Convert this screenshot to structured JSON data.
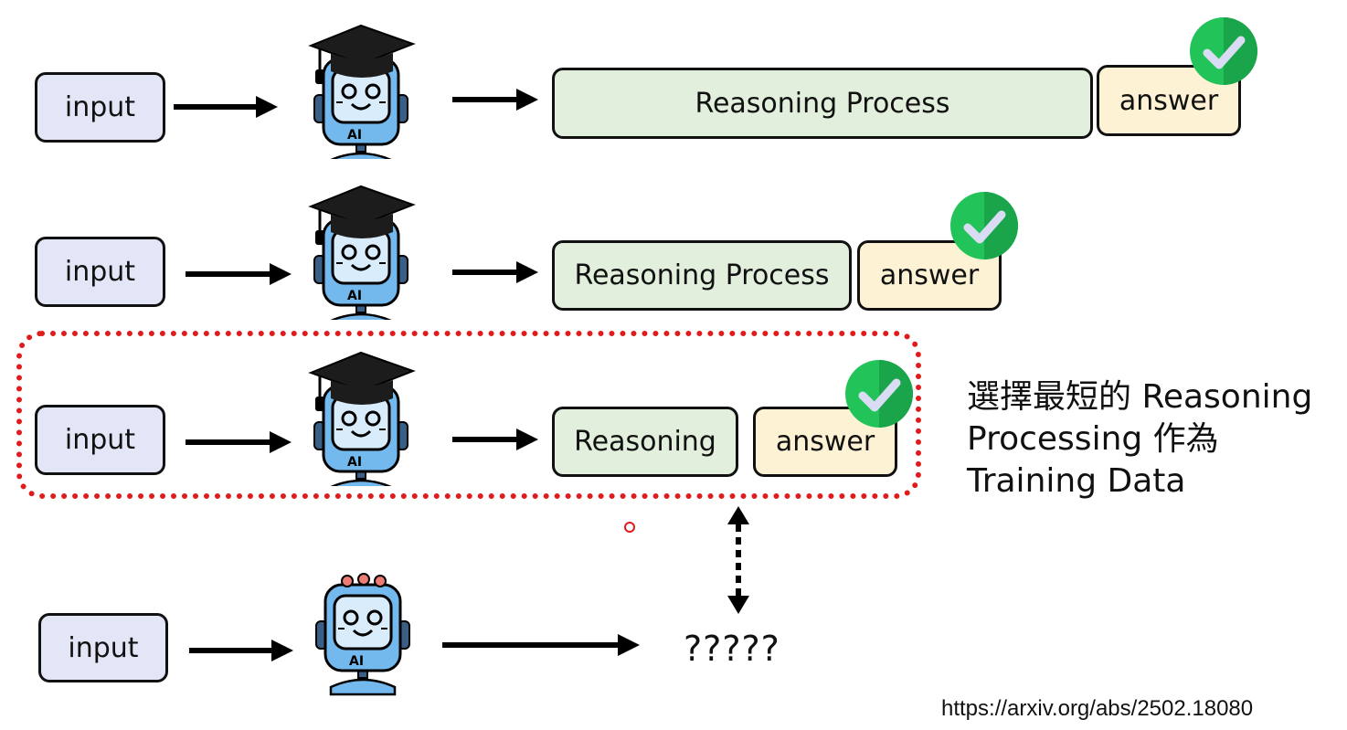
{
  "rows": [
    {
      "input": "input",
      "reasoning": "Reasoning Process",
      "answer": "answer"
    },
    {
      "input": "input",
      "reasoning": "Reasoning Process",
      "answer": "answer"
    },
    {
      "input": "input",
      "reasoning": "Reasoning",
      "answer": "answer"
    },
    {
      "input": "input",
      "output": "?????"
    }
  ],
  "note": "選擇最短的 Reasoning Processing 作為 Training Data",
  "citation": "https://arxiv.org/abs/2502.18080",
  "robot_label": "AI",
  "colors": {
    "input_fill": "#e3e6f6",
    "reasoning_fill": "#e2efdc",
    "answer_fill": "#fdf2d3",
    "highlight_border": "#e01b1b",
    "check_green": "#22c45a",
    "robot_blue": "#74b9ee",
    "cap_black": "#1c1c1c"
  },
  "icons": [
    "graduate-robot-icon",
    "robot-icon",
    "checkmark-icon",
    "arrow-right-icon",
    "double-arrow-icon"
  ]
}
